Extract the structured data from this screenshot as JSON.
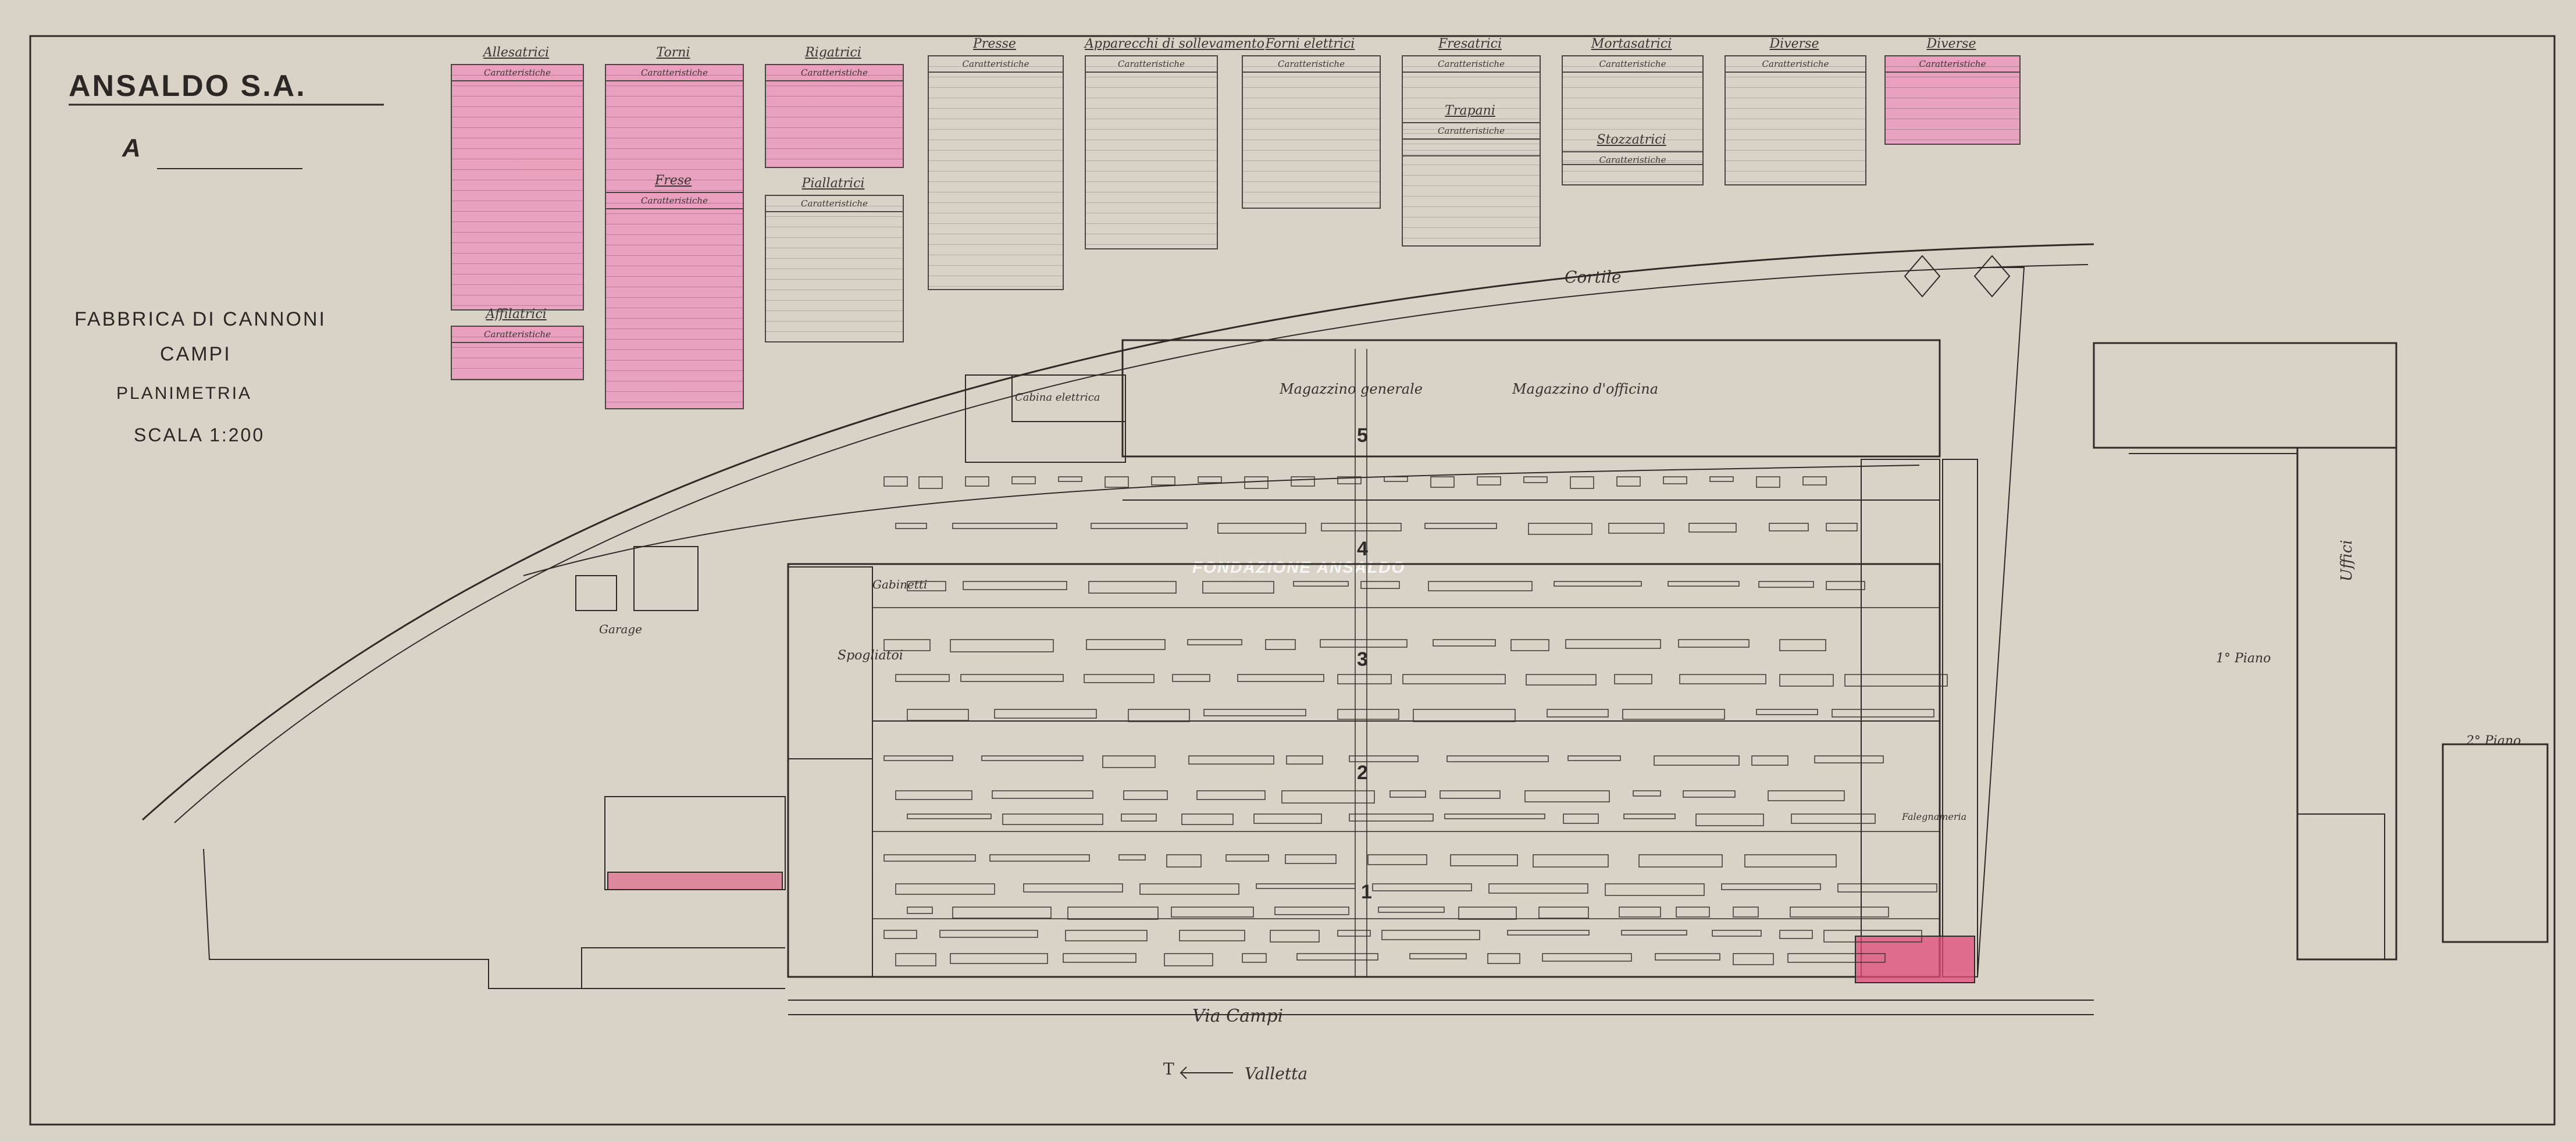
{
  "title_block": {
    "company": "ANSALDO S.A.",
    "sheet_letter": "A",
    "line1": "FABBRICA DI CANNONI",
    "line2": "CAMPI",
    "line3": "PLANIMETRIA",
    "scale": "SCALA 1:200"
  },
  "legend_tables": [
    {
      "title": "Allesatrici",
      "header": "Caratteristiche",
      "pink": true
    },
    {
      "title": "Affilatrici",
      "header": "Caratteristiche",
      "pink": true
    },
    {
      "title": "Torni",
      "header": "Caratteristiche",
      "pink": true
    },
    {
      "title": "Frese",
      "header": "Caratteristiche",
      "pink": true
    },
    {
      "title": "Rigatrici",
      "header": "Caratteristiche",
      "pink": true
    },
    {
      "title": "Piallatrici",
      "header": "Caratteristiche",
      "pink": false
    },
    {
      "title": "Presse",
      "header": "Caratteristiche",
      "pink": false
    },
    {
      "title": "Apparecchi di sollevamento",
      "header": "Caratteristiche",
      "pink": false
    },
    {
      "title": "Forni elettrici",
      "header": "Caratteristiche",
      "pink": false
    },
    {
      "title": "Fresatrici",
      "header": "Caratteristiche",
      "pink": false
    },
    {
      "title": "Trapani",
      "header": "Caratteristiche",
      "pink": false
    },
    {
      "title": "Mortasatrici",
      "header": "Caratteristiche",
      "pink": false
    },
    {
      "title": "Stozzatrici",
      "header": "Caratteristiche",
      "pink": false
    },
    {
      "title": "Diverse",
      "header": "Caratteristiche",
      "pink": false
    },
    {
      "title": "Diverse",
      "header": "Caratteristiche",
      "pink": true
    }
  ],
  "plan_labels": {
    "cortile": "Cortile",
    "magazzino_generale": "Magazzino generale",
    "magazzino_officina": "Magazzino d'officina",
    "cabina_elettrica": "Cabina elettrica",
    "gabinetti": "Gabinetti",
    "spogliatoi": "Spogliatoi",
    "garage": "Garage",
    "via_campi": "Via Campi",
    "uffici": "Uffici",
    "falegnameria": "Falegnameria",
    "primo_piano": "1° Piano",
    "secondo_piano": "2° Piano",
    "to_cavalieri": "Valletta",
    "scale_arrow": "T"
  },
  "bay_numbers": [
    "5",
    "4",
    "3",
    "2",
    "1"
  ],
  "watermark": "FONDAZIONE ANSALDO",
  "colors": {
    "paper": "#d9d3c7",
    "ink": "#2b2825",
    "pink": "#e99fbd",
    "highlight": "#e04a7a"
  }
}
